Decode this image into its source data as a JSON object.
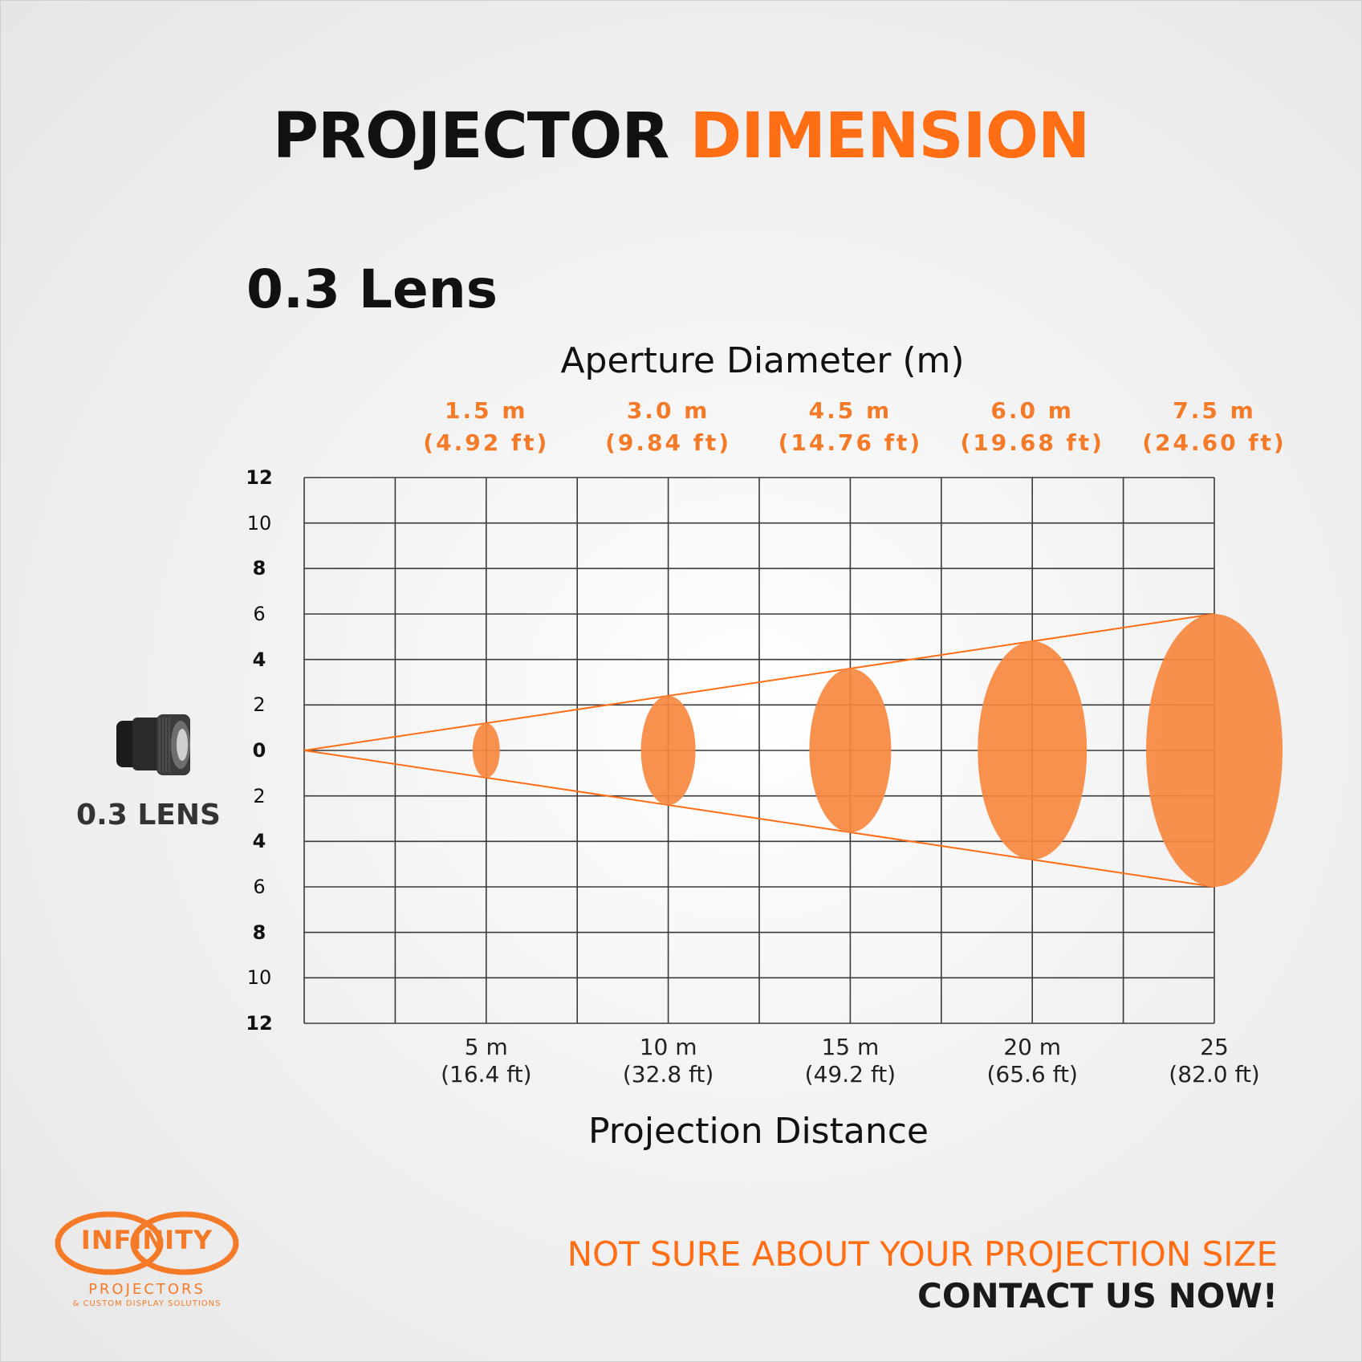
{
  "header": {
    "title_part1": "PROJECTOR",
    "title_part2": "DIMENSION",
    "subtitle": "0.3 Lens"
  },
  "lens_label": "0.3 LENS",
  "chart_data": {
    "type": "scatter",
    "title": "Aperture Diameter (m)",
    "xlabel": "Projection Distance",
    "ylabel": "",
    "xlim": [
      0,
      25
    ],
    "ylim": [
      -12,
      12
    ],
    "grid": true,
    "y_ticks": [
      {
        "label": "12",
        "value": 12,
        "bold": true
      },
      {
        "label": "10",
        "value": 10,
        "bold": false
      },
      {
        "label": "8",
        "value": 8,
        "bold": true
      },
      {
        "label": "6",
        "value": 6,
        "bold": false
      },
      {
        "label": "4",
        "value": 4,
        "bold": true
      },
      {
        "label": "2",
        "value": 2,
        "bold": false
      },
      {
        "label": "0",
        "value": 0,
        "bold": true
      },
      {
        "label": "2",
        "value": -2,
        "bold": false
      },
      {
        "label": "4",
        "value": -4,
        "bold": true
      },
      {
        "label": "6",
        "value": -6,
        "bold": false
      },
      {
        "label": "8",
        "value": -8,
        "bold": true
      },
      {
        "label": "10",
        "value": -10,
        "bold": false
      },
      {
        "label": "12",
        "value": -12,
        "bold": true
      }
    ],
    "x_ticks": [
      {
        "label": "5 m",
        "sub": "(16.4 ft)",
        "value": 5
      },
      {
        "label": "10 m",
        "sub": "(32.8 ft)",
        "value": 10
      },
      {
        "label": "15 m",
        "sub": "(49.2 ft)",
        "value": 15
      },
      {
        "label": "20 m",
        "sub": "(65.6 ft)",
        "value": 20
      },
      {
        "label": "25",
        "sub": "(82.0 ft)",
        "value": 25
      }
    ],
    "points": [
      {
        "distance_m": 5,
        "diameter_m": 1.5,
        "diameter_label": "1.5 m",
        "diameter_ft_label": "(4.92 ft)"
      },
      {
        "distance_m": 10,
        "diameter_m": 3.0,
        "diameter_label": "3.0 m",
        "diameter_ft_label": "(9.84 ft)"
      },
      {
        "distance_m": 15,
        "diameter_m": 4.5,
        "diameter_label": "4.5 m",
        "diameter_ft_label": "(14.76 ft)"
      },
      {
        "distance_m": 20,
        "diameter_m": 6.0,
        "diameter_label": "6.0 m",
        "diameter_ft_label": "(19.68 ft)"
      },
      {
        "distance_m": 25,
        "diameter_m": 7.5,
        "diameter_label": "7.5 m",
        "diameter_ft_label": "(24.60 ft)"
      }
    ],
    "beam_edge_at_25m": 6,
    "colors": {
      "accent": "#ff6d14",
      "fill": "#f7883f",
      "grid": "#3a3a3a"
    }
  },
  "logo": {
    "word": "INFINITY",
    "line1": "PROJECTORS",
    "line2": "& CUSTOM DISPLAY SOLUTIONS"
  },
  "cta": {
    "line1": "NOT SURE ABOUT YOUR PROJECTION SIZE",
    "line2": "CONTACT US NOW!"
  }
}
